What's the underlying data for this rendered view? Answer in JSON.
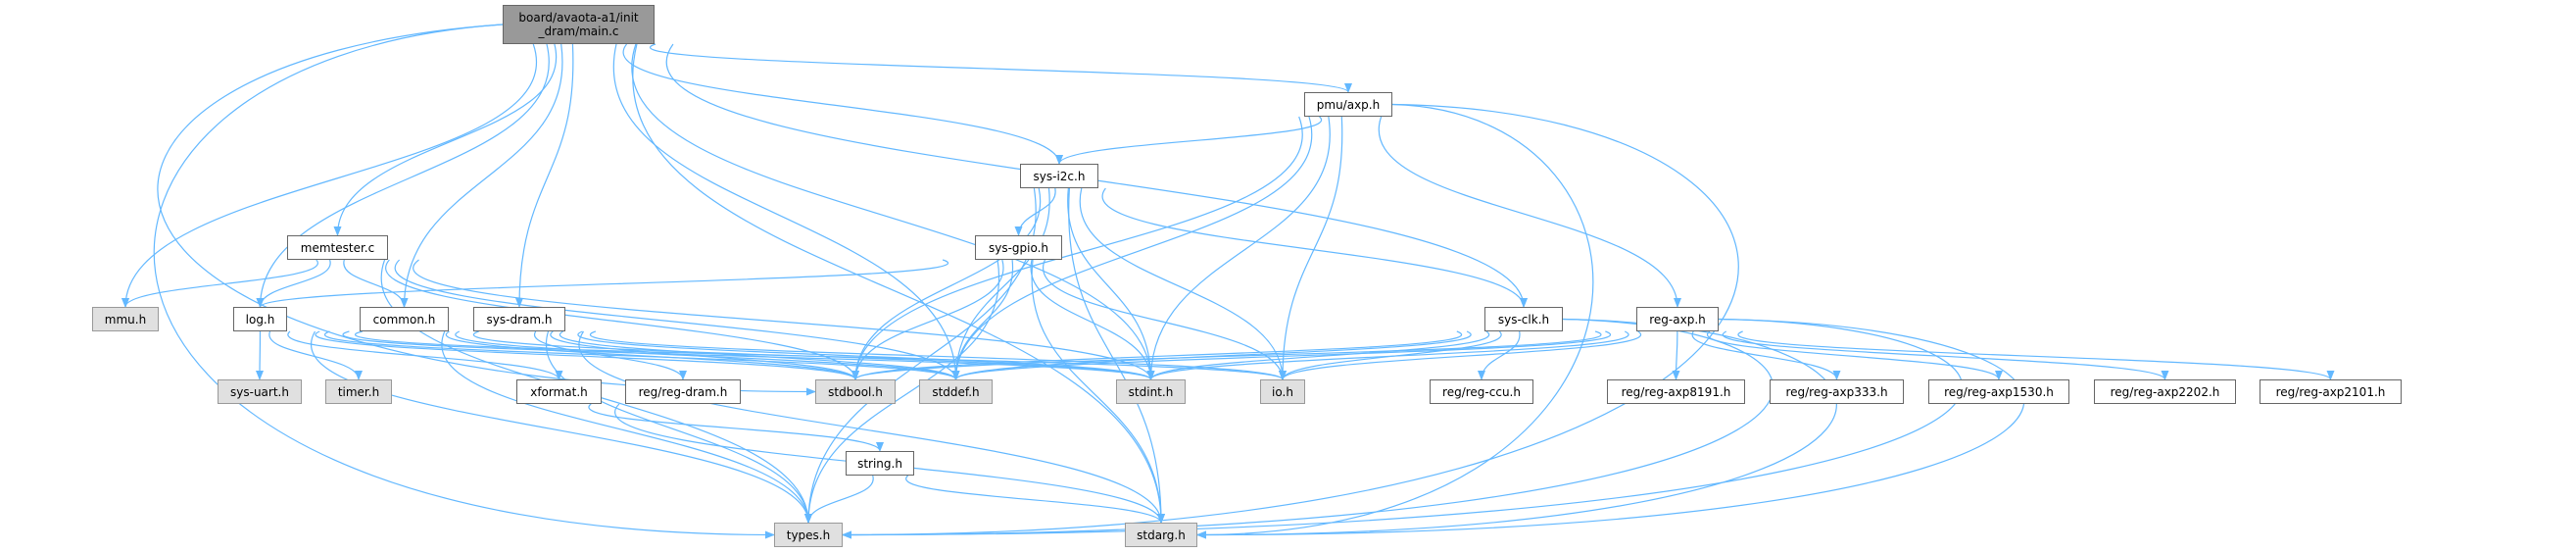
{
  "graph": {
    "nodes": {
      "main": {
        "label": [
          "board/avaota-a1/init",
          "_dram/main.c"
        ],
        "kind": "root"
      },
      "memtester": {
        "label": [
          "memtester.c"
        ],
        "kind": "file"
      },
      "mmu": {
        "label": [
          "mmu.h"
        ],
        "kind": "system"
      },
      "log": {
        "label": [
          "log.h"
        ],
        "kind": "file"
      },
      "common": {
        "label": [
          "common.h"
        ],
        "kind": "file"
      },
      "sysdram": {
        "label": [
          "sys-dram.h"
        ],
        "kind": "file"
      },
      "sysuart": {
        "label": [
          "sys-uart.h"
        ],
        "kind": "system"
      },
      "timer": {
        "label": [
          "timer.h"
        ],
        "kind": "system"
      },
      "xformat": {
        "label": [
          "xformat.h"
        ],
        "kind": "file"
      },
      "regdram": {
        "label": [
          "reg/reg-dram.h"
        ],
        "kind": "file"
      },
      "stdbool": {
        "label": [
          "stdbool.h"
        ],
        "kind": "system"
      },
      "stddef": {
        "label": [
          "stddef.h"
        ],
        "kind": "system"
      },
      "stdint": {
        "label": [
          "stdint.h"
        ],
        "kind": "system"
      },
      "io": {
        "label": [
          "io.h"
        ],
        "kind": "system"
      },
      "string": {
        "label": [
          "string.h"
        ],
        "kind": "file"
      },
      "types": {
        "label": [
          "types.h"
        ],
        "kind": "system"
      },
      "stdarg": {
        "label": [
          "stdarg.h"
        ],
        "kind": "system"
      },
      "axp": {
        "label": [
          "pmu/axp.h"
        ],
        "kind": "file"
      },
      "i2c": {
        "label": [
          "sys-i2c.h"
        ],
        "kind": "file"
      },
      "gpio": {
        "label": [
          "sys-gpio.h"
        ],
        "kind": "file"
      },
      "clk": {
        "label": [
          "sys-clk.h"
        ],
        "kind": "file"
      },
      "regaxp": {
        "label": [
          "reg-axp.h"
        ],
        "kind": "file"
      },
      "regccu": {
        "label": [
          "reg/reg-ccu.h"
        ],
        "kind": "file"
      },
      "axp8191": {
        "label": [
          "reg/reg-axp8191.h"
        ],
        "kind": "file"
      },
      "axp333": {
        "label": [
          "reg/reg-axp333.h"
        ],
        "kind": "file"
      },
      "axp1530": {
        "label": [
          "reg/reg-axp1530.h"
        ],
        "kind": "file"
      },
      "axp2202": {
        "label": [
          "reg/reg-axp2202.h"
        ],
        "kind": "file"
      },
      "axp2101": {
        "label": [
          "reg/reg-axp2101.h"
        ],
        "kind": "file"
      }
    },
    "edges": [
      [
        "main",
        "mmu"
      ],
      [
        "main",
        "log"
      ],
      [
        "main",
        "memtester"
      ],
      [
        "main",
        "common"
      ],
      [
        "main",
        "sysdram"
      ],
      [
        "main",
        "stddef"
      ],
      [
        "main",
        "stdbool"
      ],
      [
        "main",
        "axp"
      ],
      [
        "main",
        "i2c"
      ],
      [
        "main",
        "clk"
      ],
      [
        "main",
        "stdint"
      ],
      [
        "main",
        "types"
      ],
      [
        "main",
        "stdarg"
      ],
      [
        "memtester",
        "mmu"
      ],
      [
        "memtester",
        "log"
      ],
      [
        "memtester",
        "common"
      ],
      [
        "memtester",
        "types"
      ],
      [
        "memtester",
        "stdbool"
      ],
      [
        "memtester",
        "stddef"
      ],
      [
        "memtester",
        "stdint"
      ],
      [
        "log",
        "sysuart"
      ],
      [
        "log",
        "timer"
      ],
      [
        "log",
        "xformat"
      ],
      [
        "log",
        "types"
      ],
      [
        "log",
        "stdbool"
      ],
      [
        "log",
        "stddef"
      ],
      [
        "log",
        "stdint"
      ],
      [
        "log",
        "io"
      ],
      [
        "common",
        "types"
      ],
      [
        "common",
        "stdbool"
      ],
      [
        "common",
        "stddef"
      ],
      [
        "common",
        "stdint"
      ],
      [
        "sysdram",
        "regdram"
      ],
      [
        "sysdram",
        "types"
      ],
      [
        "sysdram",
        "stdbool"
      ],
      [
        "sysdram",
        "stddef"
      ],
      [
        "sysdram",
        "stdint"
      ],
      [
        "sysdram",
        "io"
      ],
      [
        "sysdram",
        "stdarg"
      ],
      [
        "xformat",
        "string"
      ],
      [
        "xformat",
        "stdarg"
      ],
      [
        "string",
        "types"
      ],
      [
        "string",
        "stdarg"
      ],
      [
        "axp",
        "i2c"
      ],
      [
        "axp",
        "regaxp"
      ],
      [
        "axp",
        "stdbool"
      ],
      [
        "axp",
        "stddef"
      ],
      [
        "axp",
        "stdint"
      ],
      [
        "axp",
        "io"
      ],
      [
        "axp",
        "types"
      ],
      [
        "axp",
        "stdarg"
      ],
      [
        "i2c",
        "gpio"
      ],
      [
        "i2c",
        "clk"
      ],
      [
        "i2c",
        "types"
      ],
      [
        "i2c",
        "stdbool"
      ],
      [
        "i2c",
        "stddef"
      ],
      [
        "i2c",
        "stdint"
      ],
      [
        "i2c",
        "io"
      ],
      [
        "i2c",
        "stdarg"
      ],
      [
        "gpio",
        "log"
      ],
      [
        "gpio",
        "stdbool"
      ],
      [
        "gpio",
        "stddef"
      ],
      [
        "gpio",
        "stdint"
      ],
      [
        "gpio",
        "io"
      ],
      [
        "gpio",
        "types"
      ],
      [
        "gpio",
        "stdarg"
      ],
      [
        "clk",
        "regccu"
      ],
      [
        "clk",
        "stdbool"
      ],
      [
        "clk",
        "stddef"
      ],
      [
        "clk",
        "stdint"
      ],
      [
        "clk",
        "io"
      ],
      [
        "clk",
        "types"
      ],
      [
        "clk",
        "stdarg"
      ],
      [
        "regaxp",
        "axp8191"
      ],
      [
        "regaxp",
        "axp333"
      ],
      [
        "regaxp",
        "axp1530"
      ],
      [
        "regaxp",
        "axp2202"
      ],
      [
        "regaxp",
        "axp2101"
      ],
      [
        "regaxp",
        "stdbool"
      ],
      [
        "regaxp",
        "stddef"
      ],
      [
        "regaxp",
        "stdint"
      ],
      [
        "regaxp",
        "io"
      ],
      [
        "regaxp",
        "types"
      ],
      [
        "regaxp",
        "stdarg"
      ]
    ],
    "colors": {
      "edge": "#63b8ff",
      "root_fill": "#999999",
      "system_fill": "#e0e0e0"
    }
  }
}
